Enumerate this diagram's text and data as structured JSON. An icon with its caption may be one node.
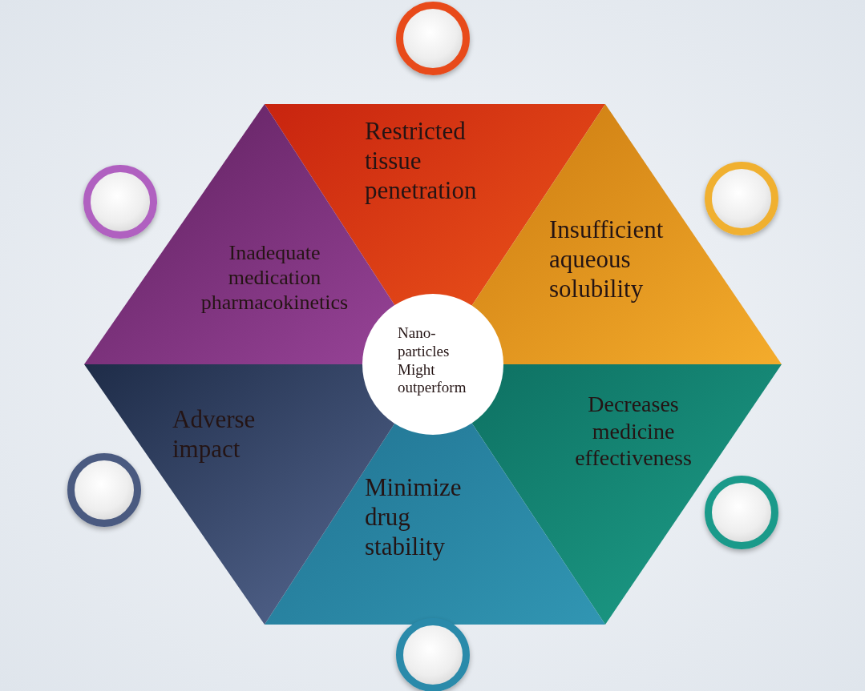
{
  "diagram": {
    "nodes": [
      {
        "text": [
          "Restricted tissue penetration"
        ]
      },
      {
        "text": [
          "Insufficient aqueous solubility"
        ]
      },
      {
        "text": [
          "Decreases medicine effectiveness"
        ]
      },
      {
        "text": [
          "Minimize drug stability"
        ]
      },
      {
        "text": [
          "Adverse impact"
        ]
      },
      {
        "text": [
          "Inadequate medication pharmacokinetics"
        ]
      },
      {
        "text": [
          "Nano- particles Might outperform"
        ]
      },
      {
        "text": [],
        "shape": "circle"
      },
      {
        "text": [],
        "shape": "circle"
      },
      {
        "text": [],
        "shape": "circle"
      },
      {
        "text": [],
        "shape": "circle"
      },
      {
        "text": [],
        "shape": "circle"
      },
      {
        "text": [],
        "shape": "circle"
      }
    ]
  }
}
